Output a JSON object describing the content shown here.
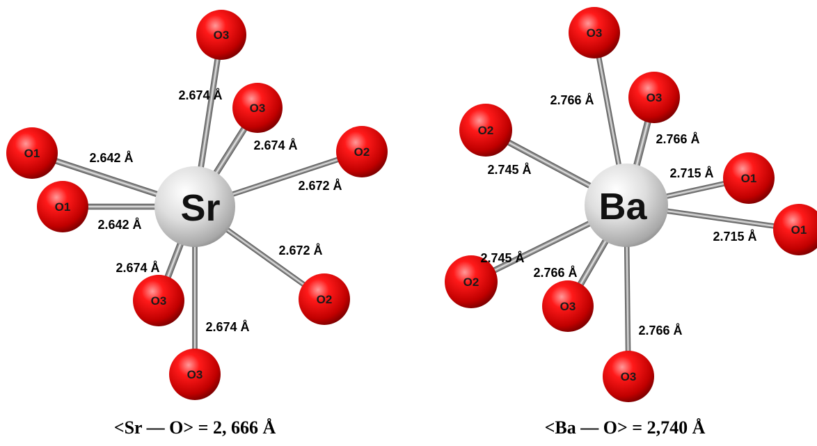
{
  "colors": {
    "oxygen": "#e00000",
    "oxygen_dark": "#6a0000",
    "center": "#cfcfcf",
    "bond": "#8c8c8c",
    "text": "#000000"
  },
  "structures": [
    {
      "id": "sr",
      "center_label": "Sr",
      "caption": "<Sr — O> = 2, 666 Å",
      "oxygens": [
        {
          "label": "O3",
          "bond_label": "2.674 Å"
        },
        {
          "label": "O3",
          "bond_label": "2.674 Å"
        },
        {
          "label": "O2",
          "bond_label": "2.672 Å"
        },
        {
          "label": "O1",
          "bond_label": "2.642 Å"
        },
        {
          "label": "O1",
          "bond_label": "2.642 Å"
        },
        {
          "label": "O2",
          "bond_label": "2.672 Å"
        },
        {
          "label": "O3",
          "bond_label": "2.674 Å"
        },
        {
          "label": "O3",
          "bond_label": "2.674 Å"
        }
      ]
    },
    {
      "id": "ba",
      "center_label": "Ba",
      "caption": "<Ba — O> = 2,740 Å",
      "oxygens": [
        {
          "label": "O3",
          "bond_label": "2.766 Å"
        },
        {
          "label": "O3",
          "bond_label": "2.766 Å"
        },
        {
          "label": "O2",
          "bond_label": "2.745 Å"
        },
        {
          "label": "O1",
          "bond_label": "2.715 Å"
        },
        {
          "label": "O1",
          "bond_label": "2.715 Å"
        },
        {
          "label": "O2",
          "bond_label": "2.745 Å"
        },
        {
          "label": "O3",
          "bond_label": "2.766 Å"
        },
        {
          "label": "O3",
          "bond_label": "2.766 Å"
        }
      ]
    }
  ]
}
